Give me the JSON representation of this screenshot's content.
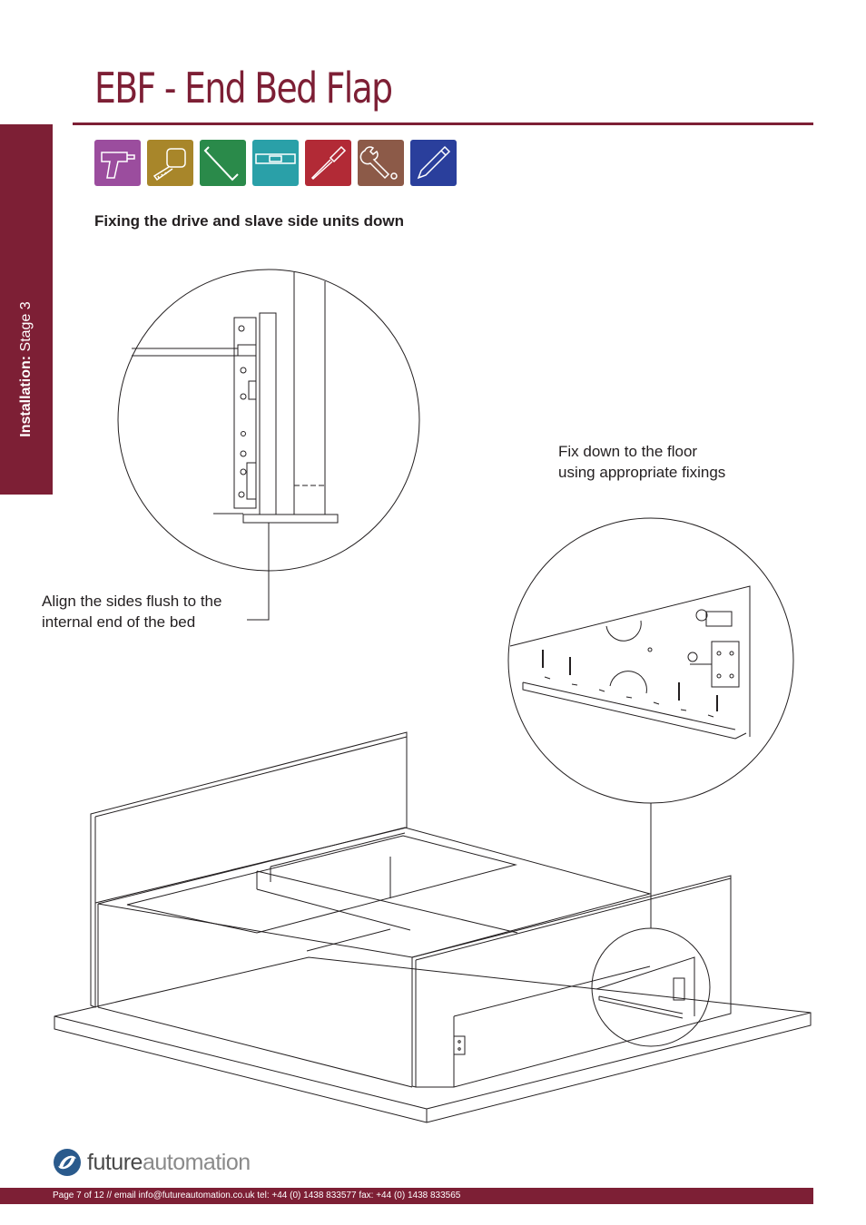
{
  "sidebar": {
    "label_bold": "Installation:",
    "label_rest": " Stage 3"
  },
  "header": {
    "title": "EBF - End Bed Flap"
  },
  "tools": [
    {
      "name": "drill-icon",
      "color": "#9b4d9e"
    },
    {
      "name": "tape-measure-icon",
      "color": "#a8862a"
    },
    {
      "name": "allen-key-icon",
      "color": "#2a8a4a"
    },
    {
      "name": "spirit-level-icon",
      "color": "#2aa0a8"
    },
    {
      "name": "screwdriver-icon",
      "color": "#b22a36"
    },
    {
      "name": "spanner-icon",
      "color": "#8c5a48"
    },
    {
      "name": "pencil-icon",
      "color": "#2a3f9c"
    }
  ],
  "main": {
    "subheading": "Fixing the drive and slave side units down",
    "callout_floor": [
      "Fix down to the floor",
      "using appropriate fixings"
    ],
    "callout_flush": [
      "Align the sides flush to the",
      "internal end of the bed"
    ]
  },
  "footer": {
    "text": "Page 7 of 12 // email info@futureautomation.co.uk  tel: +44 (0) 1438 833577  fax: +44 (0) 1438 833565",
    "logo_part1": "future",
    "logo_part2": "automation"
  }
}
